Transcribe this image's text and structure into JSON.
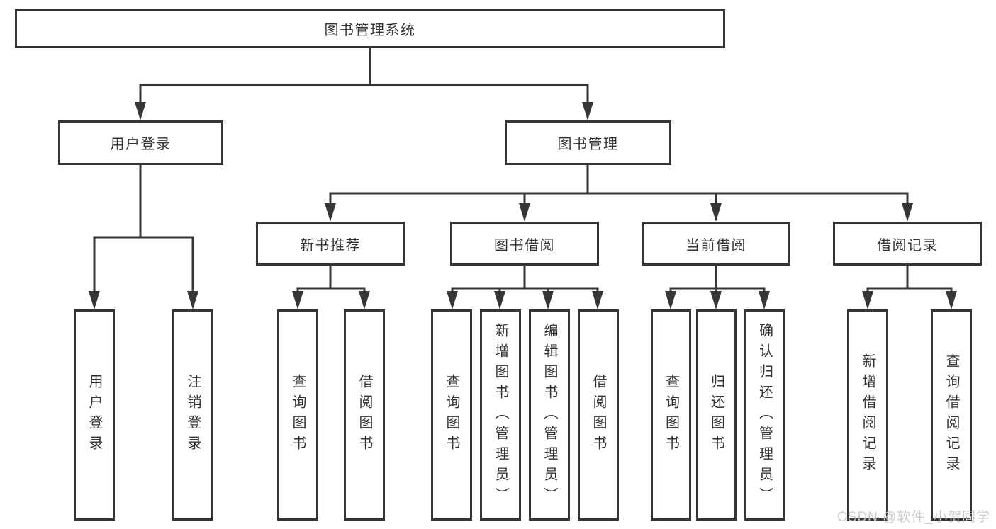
{
  "nodes": {
    "root": "图书管理系统",
    "level2": [
      "用户登录",
      "图书管理"
    ],
    "level3": [
      "新书推荐",
      "图书借阅",
      "当前借阅",
      "借阅记录"
    ],
    "leaves": {
      "user": [
        "用户登录",
        "注销登录"
      ],
      "new_books": [
        "查询图书",
        "借阅图书"
      ],
      "book_borrow": [
        "查询图书",
        "新增图书（管理员）",
        "编辑图书（管理员）",
        "借阅图书"
      ],
      "current_borrow": [
        "查询图书",
        "归还图书",
        "确认归还（管理员）"
      ],
      "borrow_records": [
        "新增借阅记录",
        "查询借阅记录"
      ]
    }
  },
  "watermark": "CSDN @软件_小贺同学",
  "colors": {
    "line": "#363636",
    "text": "#333333",
    "background": "#ffffff",
    "watermark": "#c9c9c9"
  }
}
